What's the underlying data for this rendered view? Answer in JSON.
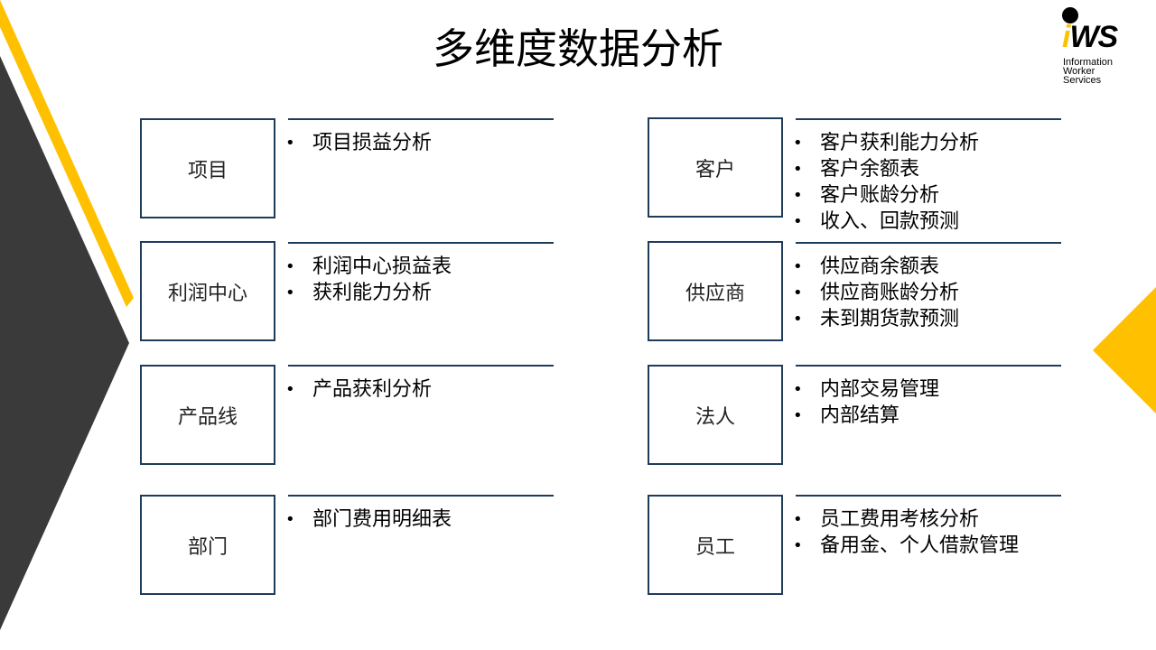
{
  "title": "多维度数据分析",
  "logo": {
    "mark_i": "i",
    "mark_ws": "WS",
    "lines": [
      "Information",
      "Worker",
      "Services"
    ]
  },
  "colors": {
    "accent": "#ffc000",
    "dark": "#3a3a3a",
    "border": "#1f3b5a"
  },
  "rows": [
    {
      "left": {
        "label": "项目",
        "items": [
          "项目损益分析"
        ]
      },
      "right": {
        "label": "客户",
        "items": [
          "客户获利能力分析",
          "客户余额表",
          "客户账龄分析",
          "收入、回款预测"
        ]
      }
    },
    {
      "left": {
        "label": "利润中心",
        "items": [
          "利润中心损益表",
          "获利能力分析"
        ]
      },
      "right": {
        "label": "供应商",
        "items": [
          "供应商余额表",
          "供应商账龄分析",
          "未到期货款预测"
        ]
      }
    },
    {
      "left": {
        "label": "产品线",
        "items": [
          "产品获利分析"
        ]
      },
      "right": {
        "label": "法人",
        "items": [
          "内部交易管理",
          "内部结算"
        ]
      }
    },
    {
      "left": {
        "label": "部门",
        "items": [
          "部门费用明细表"
        ]
      },
      "right": {
        "label": "员工",
        "items": [
          "员工费用考核分析",
          "备用金、个人借款管理"
        ]
      }
    }
  ]
}
